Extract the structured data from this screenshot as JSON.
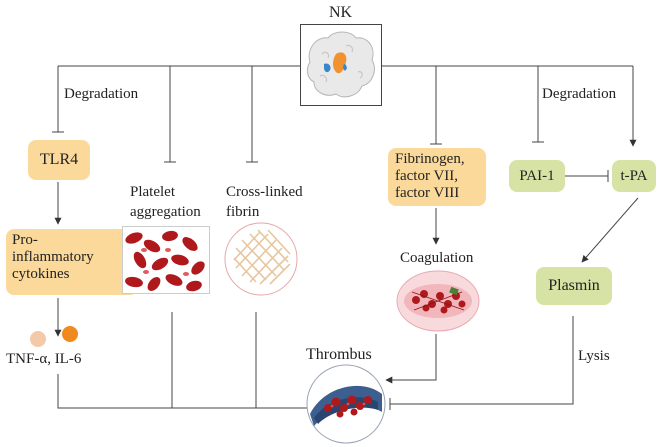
{
  "diagram": {
    "source": "NK",
    "left_branch": {
      "edge_label": "Degradation",
      "receptor": "TLR4",
      "cytokines": [
        "Pro-",
        "inflammatory",
        "cytokines"
      ],
      "markers": "TNF-α, IL-6"
    },
    "platelet": [
      "Platelet",
      "aggregation"
    ],
    "fibrin": [
      "Cross-linked",
      "fibrin"
    ],
    "factors": [
      "Fibrinogen,",
      "factor VII,",
      "factor VIII"
    ],
    "coagulation": "Coagulation",
    "right_branch": {
      "edge_label": "Degradation",
      "inhibitor": "PAI-1",
      "activator": "t-PA",
      "product": "Plasmin",
      "lysis": "Lysis"
    },
    "outcome": "Thrombus"
  },
  "colors": {
    "orange_box": "#fbd99a",
    "green_box": "#d6e3a4",
    "protein_surface": "#e9e9e9",
    "protein_orange": "#f0922f",
    "protein_blue": "#3a86c8",
    "platelet_red": "#b0191c",
    "fibrin_tan": "#e6c79f",
    "tnf_dot": "#f4c9a8",
    "il6_dot": "#f08a1f"
  }
}
